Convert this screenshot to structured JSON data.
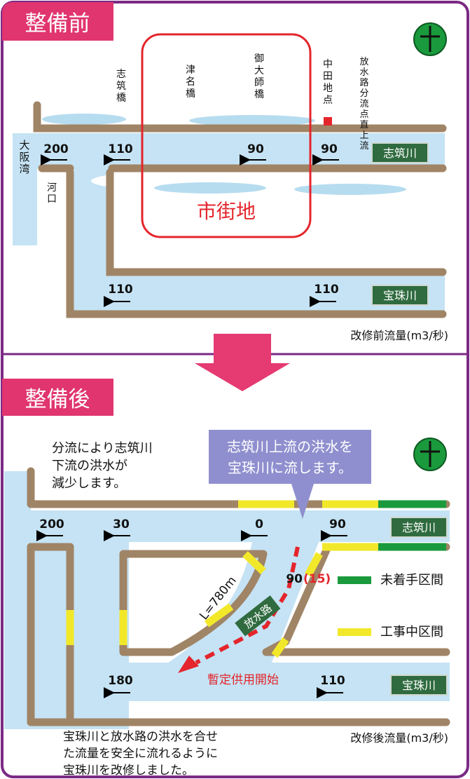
{
  "before": {
    "header": "整備前",
    "north_symbol": "方位",
    "bay": "大阪湾",
    "river_mouth": "河口",
    "bridges": [
      "志筑橋",
      "津名橋",
      "御大師橋"
    ],
    "nakata_point": "中田地点",
    "diversion_note": "（放水路分流点直上流）",
    "urban_area": "市街地",
    "shizuki_river": "志筑川",
    "takara_river": "宝珠川",
    "flows": {
      "mouth": "200",
      "shizuki_low": "110",
      "shizuki_mid": "90",
      "shizuki_up": "90",
      "takara_low": "110",
      "takara_up": "110"
    },
    "caption": "改修前流量(m3/秒)"
  },
  "after": {
    "header": "整備後",
    "note_left": [
      "分流により志筑川",
      "下流の洪水が",
      "減少します。"
    ],
    "callout": [
      "志筑川上流の洪水を",
      "宝珠川に流します。"
    ],
    "shizuki_river": "志筑川",
    "takara_river": "宝珠川",
    "flows": {
      "mouth": "200",
      "shizuki_low": "30",
      "shizuki_mid": "0",
      "shizuki_up": "90",
      "diversion": "90",
      "diversion_temp": "(15)",
      "takara_low": "180",
      "takara_up": "110"
    },
    "length": "L=780m",
    "channel": "放水路",
    "provisional": "暫定供用開始",
    "legend": [
      {
        "label": "未着手区間",
        "color": "#1a9a3c"
      },
      {
        "label": "工事中区間",
        "color": "#f2e82a"
      }
    ],
    "note_bottom": [
      "宝珠川と放水路の洪水を合せ",
      "た流量を安全に流れるように",
      "宝珠川を改修しました。"
    ],
    "caption": "改修後流量(m3/秒)"
  },
  "colors": {
    "frame": "#7b2a85",
    "header": "#e0356f",
    "water": "#c5e3f4",
    "levee": "#a08466",
    "sign": "#2f6b3f",
    "urban": "#e4252c",
    "arrow_big": "#e53a72"
  }
}
